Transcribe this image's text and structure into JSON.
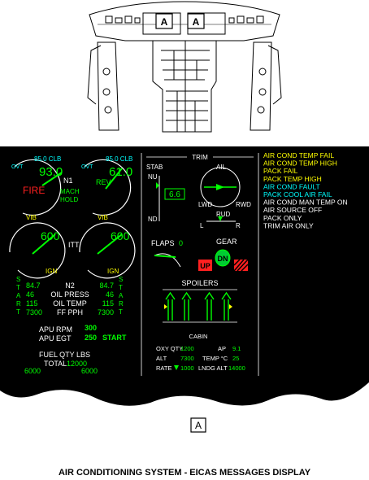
{
  "callout_label": "A",
  "engine": {
    "n1_left": {
      "target": "85.0 CLB",
      "value": "93.0",
      "status": "FIRE"
    },
    "n1_right": {
      "target": "85.0 CLB",
      "value": "61.0",
      "status": "REV"
    },
    "n1_label": "N1",
    "ovt_label": "OVT",
    "mach_hold": [
      "MACH",
      "HOLD"
    ],
    "vib": "VIB",
    "itt_left": "600",
    "itt_right": "600",
    "itt_label": "ITT",
    "ign": "IGN",
    "start_vertical": [
      "S",
      "T",
      "A",
      "R",
      "T"
    ],
    "table_left": [
      "84.7",
      "46",
      "115",
      "7300"
    ],
    "table_right": [
      "84.7",
      "46",
      "115",
      "7300"
    ],
    "table_labels": [
      "N2",
      "OIL PRESS",
      "OIL TEMP",
      "FF PPH"
    ],
    "apu_rpm_label": "APU RPM",
    "apu_egt_label": "APU EGT",
    "apu_rpm_value": "300",
    "apu_egt_value": "250",
    "apu_start": "START",
    "fuel_label": "FUEL QTY LBS",
    "fuel_total_label": "TOTAL",
    "fuel_total": "12000",
    "fuel_left": "6000",
    "fuel_right": "6000"
  },
  "center": {
    "trim_title": "TRIM",
    "stab": "STAB",
    "nu": "NU",
    "nd": "ND",
    "stab_value": "6.6",
    "ail": "AIL",
    "lwd": "LWD",
    "rwd": "RWD",
    "rud": "RUD",
    "rud_l": "L",
    "rud_r": "R",
    "flaps_label": "FLAPS",
    "flaps_value": "0",
    "gear_title": "GEAR",
    "gear_left": "UP",
    "gear_nose": "DN",
    "spoilers": "SPOILERS",
    "cabin": "CABIN",
    "oxy_label": "OXY QTY",
    "oxy_value": "1200",
    "alt_label": "ALT",
    "alt_value": "7300",
    "rate_label": "RATE",
    "rate_value": "1000",
    "ap_label": "AP",
    "ap_value": "9.1",
    "temp_label": "TEMP °C",
    "temp_value": "25",
    "lndg_label": "LNDG ALT",
    "lndg_value": "14000"
  },
  "messages": [
    {
      "text": "AIR COND TEMP FAIL",
      "color": "#ffff00"
    },
    {
      "text": "AIR COND TEMP HIGH",
      "color": "#ffff00"
    },
    {
      "text": "PACK FAIL",
      "color": "#ffff00"
    },
    {
      "text": "PACK TEMP HIGH",
      "color": "#ffff00"
    },
    {
      "text": "AIR COND FAULT",
      "color": "#00ffff"
    },
    {
      "text": "PACK COOL AIR FAIL",
      "color": "#00ffff"
    },
    {
      "text": "AIR COND MAN TEMP ON",
      "color": "#ffffff"
    },
    {
      "text": "AIR SOURCE OFF",
      "color": "#ffffff"
    },
    {
      "text": "PACK ONLY",
      "color": "#ffffff"
    },
    {
      "text": "TRIM AIR ONLY",
      "color": "#ffffff"
    }
  ],
  "caption": "AIR CONDITIONING SYSTEM - EICAS MESSAGES DISPLAY"
}
